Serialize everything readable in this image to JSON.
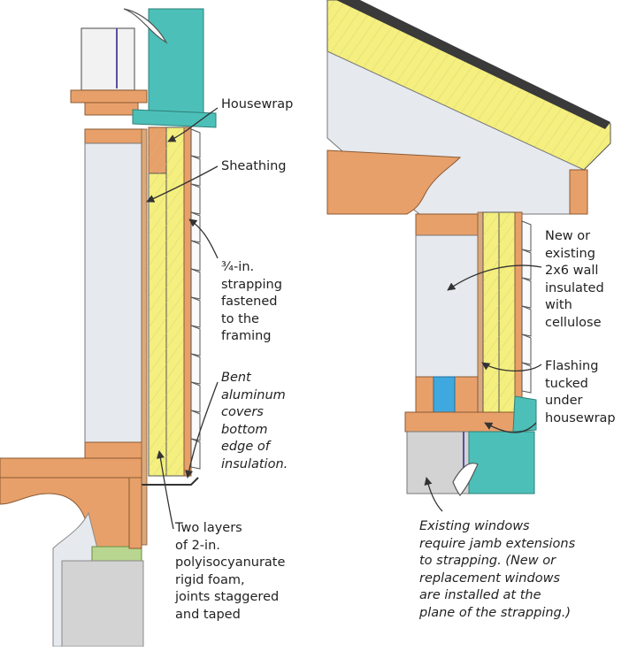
{
  "labels": {
    "housewrap": "Housewrap",
    "sheathing": "Sheathing",
    "strapping": "¾-in.\nstrapping\nfastened\nto the\nframing",
    "bent_aluminum": "Bent\naluminum\ncovers\nbottom\nedge of\ninsulation.",
    "rigid_foam": "Two layers\nof 2-in.\npolyisocyanurate\nrigid foam,\njoints staggered\nand taped",
    "wall_insulated": "New or\nexisting\n2x6 wall\ninsulated\nwith\ncellulose",
    "flashing": "Flashing\ntucked\nunder\nhousewrap",
    "windows_note": "Existing windows\nrequire jamb extensions\nto strapping. (New or\nreplacement windows\nare installed at the\nplane of the strapping.)"
  },
  "colors": {
    "wood": "#e8a06a",
    "foam": "#f4ef7e",
    "cellulose": "#e6e9ee",
    "teal": "#4cc0b8",
    "blue": "#3fa8de",
    "roof": "#3a3a3a",
    "gray": "#d3d3d3",
    "line": "#333333"
  }
}
